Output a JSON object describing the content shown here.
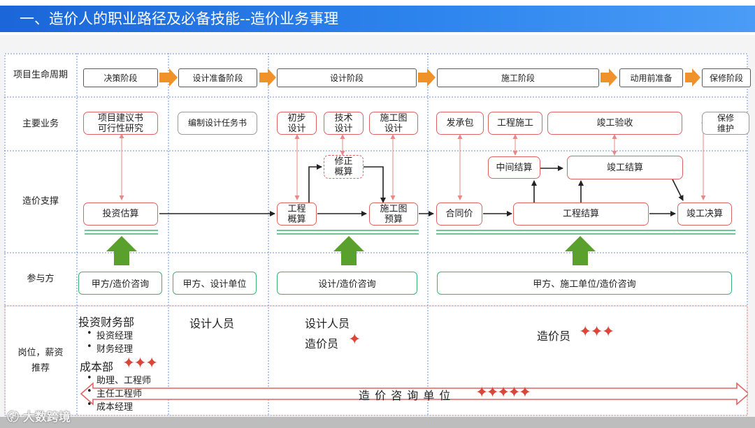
{
  "header": {
    "title": "一、造价人的职业路径及必备技能--造价业务事理"
  },
  "rows": {
    "lifecycle": "项目生命周期",
    "business": "主要业务",
    "cost": "造价支撑",
    "parties": "参与方",
    "positions": "岗位，薪资\n推荐"
  },
  "phases": [
    "决策阶段",
    "设计准备阶段",
    "设计阶段",
    "施工阶段",
    "动用前准备",
    "保修阶段"
  ],
  "business": {
    "feasibility": "项目建议书\n可行性研究",
    "design_task": "编制设计任务书",
    "prelim": "初步\n设计",
    "tech": "技术\n设计",
    "construction_drawing": "施工图\n设计",
    "bidding": "发承包",
    "construction": "工程施工",
    "acceptance": "竣工验收",
    "warranty": "保修\n维护"
  },
  "cost": {
    "investment": "投资估算",
    "revised": "修正\n概算",
    "estimate": "工程\n概算",
    "budget": "施工图\n预算",
    "contract": "合同价",
    "interim": "中间结算",
    "completion_settle": "竣工结算",
    "engineering_settle": "工程结算",
    "final_accounts": "竣工决算"
  },
  "parties": [
    "甲方/造价咨询",
    "甲方、设计单位",
    "设计/造价咨询",
    "甲方、施工单位/造价咨询"
  ],
  "positions": {
    "dept1": "投资财务部",
    "dept1_items": [
      "投资经理",
      "财务经理"
    ],
    "dept2": "成本部",
    "dept2_items": [
      "助理、工程师",
      "主任工程师",
      "成本经理"
    ],
    "design_staff_1": "设计人员",
    "design_staff_2": "设计人员",
    "cost_staff_1": "造价员",
    "cost_staff_2": "造价员",
    "consulting": "造 价 咨 询 单 位"
  },
  "stars": {
    "cost_dept": 3,
    "cost_staff_design": 1,
    "cost_staff_construction": 3,
    "consulting": 5
  },
  "watermark": "大数跨境",
  "colors": {
    "title_bar": "#1f6fe0",
    "orange_arrow": "#f0922a",
    "red_border": "#e06464",
    "green": "#3cb371",
    "green_arrow": "#5aa02c",
    "star": "#d9463a"
  }
}
